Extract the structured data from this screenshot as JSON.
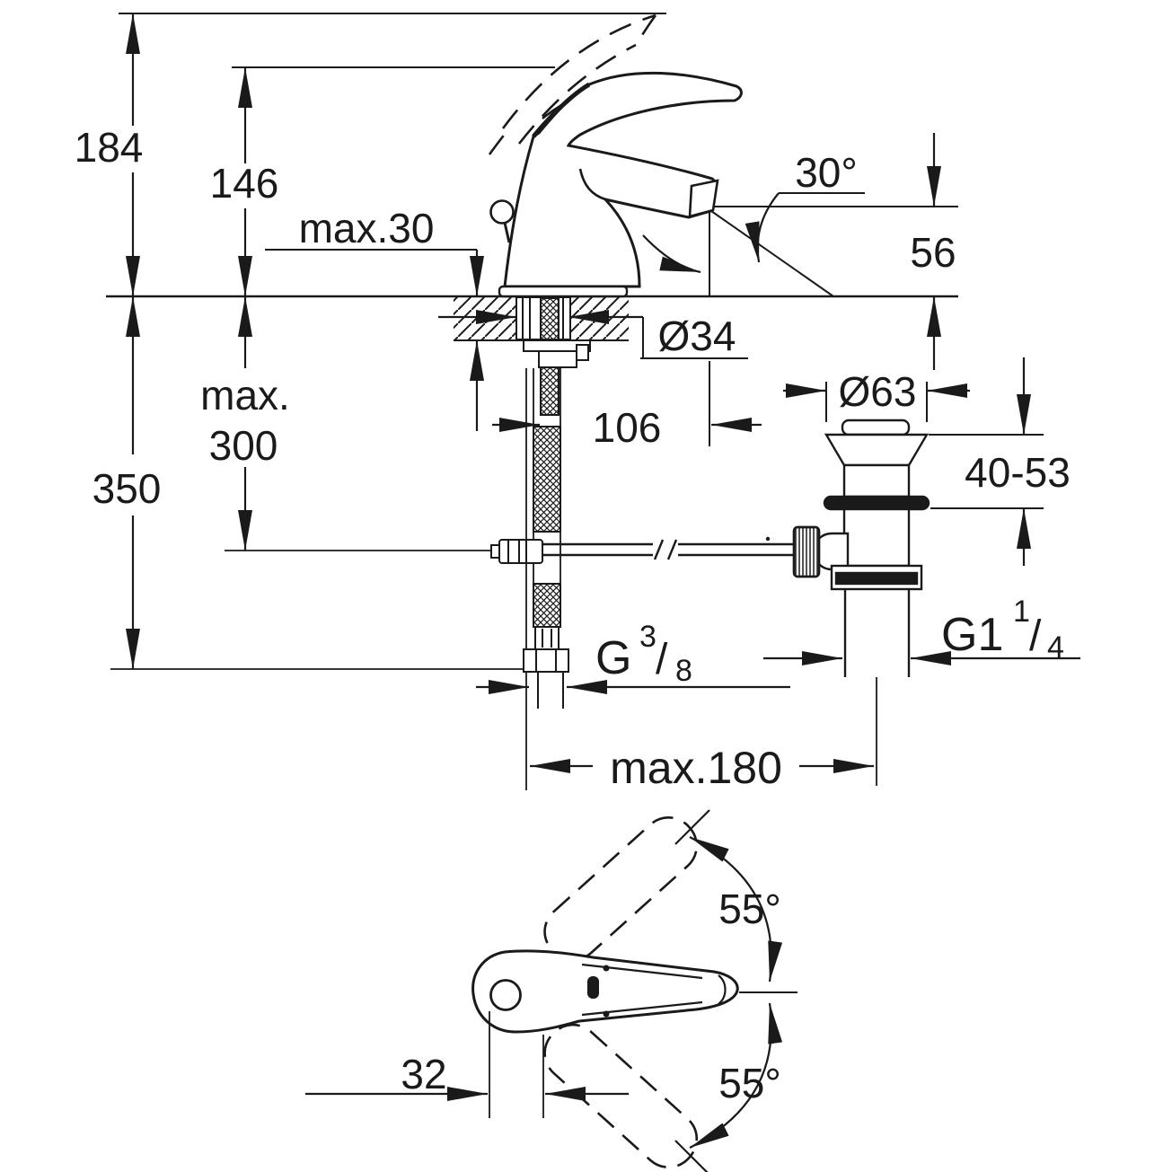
{
  "drawing": {
    "colors": {
      "line": "#1a1a1a",
      "background": "#ffffff"
    },
    "labels": {
      "overall_height": "184",
      "body_height": "146",
      "deck_thickness": "max.30",
      "spout_angle": "30°",
      "outlet_height": "56",
      "hole_diameter": "Ø34",
      "spout_reach": "106",
      "flange_diameter": "Ø63",
      "clamp_range": "40-53",
      "below_max_line1": "max.",
      "below_max_line2": "300",
      "hose_length": "350",
      "supply_thread": {
        "base": "G",
        "sup": "3",
        "slash": "/",
        "sub": "8"
      },
      "waste_thread": {
        "base": "G1",
        "sup": "1",
        "slash": "/",
        "sub": "4"
      },
      "center_distance": "max.180",
      "swing_upper": "55°",
      "swing_lower": "55°",
      "handle_offset": "32"
    }
  }
}
